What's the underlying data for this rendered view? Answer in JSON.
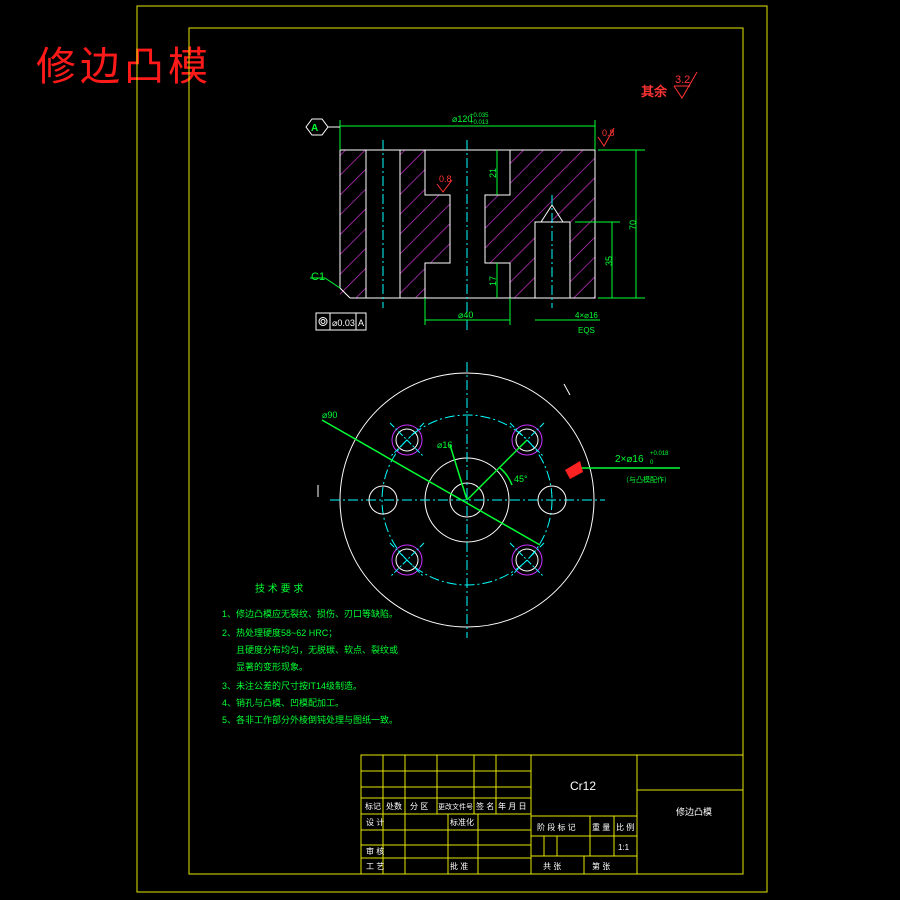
{
  "header_title": "修边凸模",
  "roughness_other": {
    "label": "其余",
    "value": "3.2"
  },
  "section_view": {
    "datum": "A",
    "width_dim": "⌀120",
    "width_tol_upper": "+0.035",
    "width_tol_lower": "+0.013",
    "roughness_top": "0.8",
    "roughness_inner": "0.8",
    "depth_top": "21",
    "depth_bottom": "17",
    "height_total": "70",
    "height_pin": "35",
    "chamfer": "C1",
    "geom_tol_value": "⌀0.03",
    "geom_tol_datum": "A",
    "bore_dim": "⌀40",
    "pin_hole_dim": "4×⌀16",
    "pin_hole_note": "EQS"
  },
  "plan_view": {
    "outer_dia": "⌀90",
    "inner_dia": "⌀16",
    "angle": "45°",
    "hole_callout": "2×⌀16",
    "hole_tol_upper": "+0.018",
    "hole_tol_lower": "0",
    "hole_note": "（与凸模配作）"
  },
  "tech_requirements": {
    "heading": "技 术 要 求",
    "items": [
      "1、修边凸模应无裂纹、损伤、刃口等缺陷。",
      "2、热处理硬度58~62 HRC；",
      "且硬度分布均匀，无脱碳、软点、裂纹或",
      "显著的变形现象。",
      "3、未注公差的尺寸按IT14级制造。",
      "4、销孔与凸模、凹模配加工。",
      "5、各非工作部分外棱倒钝处理与图纸一致。"
    ]
  },
  "title_block": {
    "material": "Cr12",
    "part_name": "修边凸模",
    "row_labels": [
      "标记",
      "处数",
      "分 区",
      "更改文件号",
      "签 名",
      "年 月 日"
    ],
    "design": "设 计",
    "standardization": "标准化",
    "review": "审 核",
    "process": "工 艺",
    "approve": "批 准",
    "stage_mark": "阶 段 标 记",
    "weight": "重 量",
    "scale_label": "比 例",
    "scale": "1:1",
    "sheets_total": "共   张",
    "sheet_no": "第   张"
  }
}
